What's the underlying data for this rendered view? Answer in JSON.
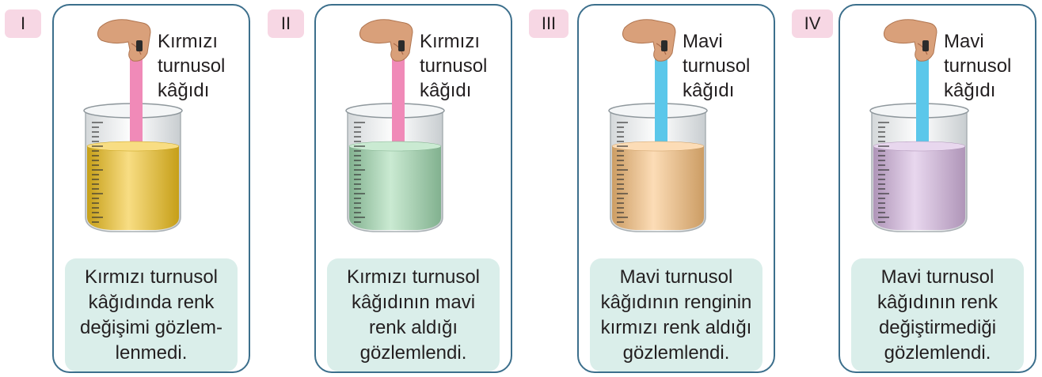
{
  "experiments": [
    {
      "numeral": "I",
      "strip_label": [
        "Kırmızı",
        "turnusol",
        "kâğıdı"
      ],
      "caption": [
        "Kırmızı turnusol",
        "kâğıdında renk",
        "değişimi gözlem-",
        "lenmedi."
      ],
      "strip_color": "#f08ab8",
      "liquid_color": "#f2c21d"
    },
    {
      "numeral": "II",
      "strip_label": [
        "Kırmızı",
        "turnusol",
        "kâğıdı"
      ],
      "caption": [
        "Kırmızı turnusol",
        "kâğıdının mavi",
        "renk aldığı",
        "gözlemlendi."
      ],
      "strip_color": "#f08ab8",
      "liquid_color": "#9fd8ae"
    },
    {
      "numeral": "III",
      "strip_label": [
        "Mavi",
        "turnusol",
        "kâğıdı"
      ],
      "caption": [
        "Mavi turnusol",
        "kâğıdının renginin",
        "kırmızı renk aldığı",
        "gözlemlendi."
      ],
      "strip_color": "#5bc7ea",
      "liquid_color": "#f9bf7a"
    },
    {
      "numeral": "IV",
      "strip_label": [
        "Mavi",
        "turnusol",
        "kâğıdı"
      ],
      "caption": [
        "Mavi turnusol",
        "kâğıdının renk",
        "değiştirmediği",
        "gözlemlendi."
      ],
      "strip_color": "#5bc7ea",
      "liquid_color": "#d5b6e0"
    }
  ]
}
